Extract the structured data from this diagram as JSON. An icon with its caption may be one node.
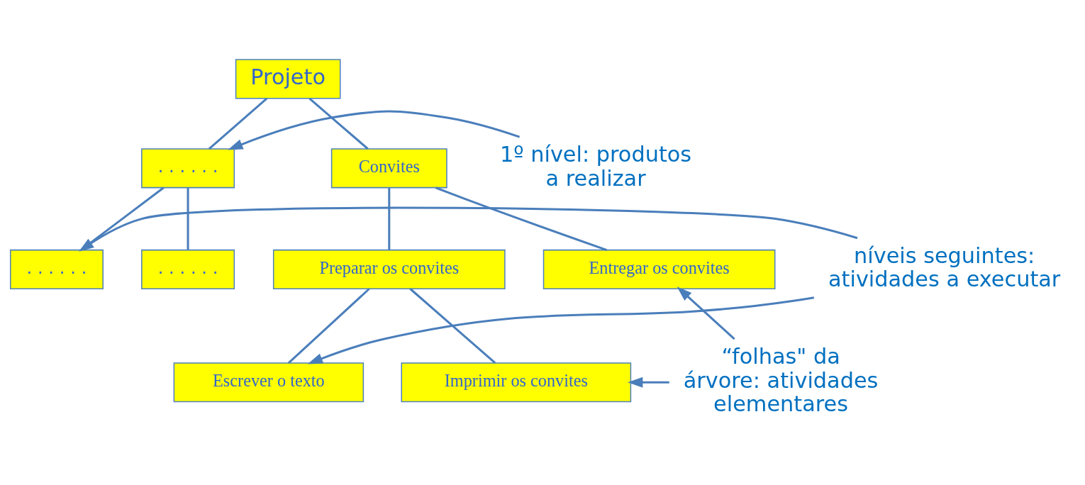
{
  "diagram": {
    "nodes": [
      {
        "text": [
          "Projeto"
        ]
      },
      {
        "text": [
          ". . . . . ."
        ]
      },
      {
        "text": [
          "Convites"
        ]
      },
      {
        "text": [
          ". . . . . ."
        ]
      },
      {
        "text": [
          ". . . . . ."
        ]
      },
      {
        "text": [
          "Preparar os convites"
        ]
      },
      {
        "text": [
          "Entregar os convites"
        ]
      },
      {
        "text": [
          "Escrever o texto"
        ]
      },
      {
        "text": [
          "Imprimir os convites"
        ]
      },
      {
        "text": [
          "1º nível: produtos a realizar"
        ]
      },
      {
        "text": [
          "níveis seguintes: atividades a executar"
        ]
      },
      {
        "text": [
          "“folhas\" da árvore: atividades elementares"
        ]
      }
    ],
    "edges": [
      {
        "from": 0,
        "to": 1,
        "arrow": "none"
      },
      {
        "from": 0,
        "to": 2,
        "arrow": "none"
      },
      {
        "from": 1,
        "to": 3,
        "arrow": "none"
      },
      {
        "from": 1,
        "to": 4,
        "arrow": "none"
      },
      {
        "from": 2,
        "to": 5,
        "arrow": "none"
      },
      {
        "from": 2,
        "to": 6,
        "arrow": "none"
      },
      {
        "from": 5,
        "to": 7,
        "arrow": "none"
      },
      {
        "from": 5,
        "to": 8,
        "arrow": "none"
      },
      {
        "from": 9,
        "to": 1,
        "arrow": "to"
      },
      {
        "from": 10,
        "to": 3,
        "arrow": "to"
      },
      {
        "from": 10,
        "to": 7,
        "arrow": "to"
      },
      {
        "from": 11,
        "to": 6,
        "arrow": "to"
      },
      {
        "from": 11,
        "to": 8,
        "arrow": "to"
      }
    ]
  }
}
